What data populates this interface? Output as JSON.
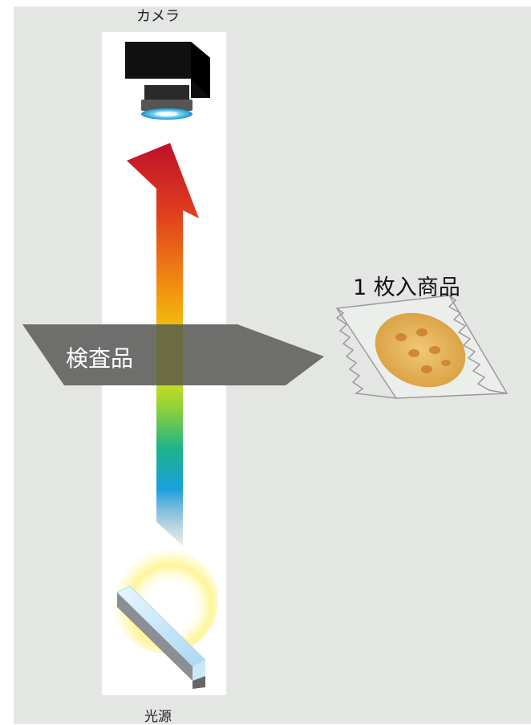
{
  "labels": {
    "camera": "カメラ",
    "inspection_item": "検査品",
    "single_product": "1 枚入商品",
    "light_source": "光源"
  },
  "colors": {
    "background_panel": "#e3e6e3",
    "beam_column": "#ffffff",
    "inspection_band": "#6e6f6d",
    "camera_body": "#111111",
    "lens_glow": "#35b6e6",
    "beam_top": "#c0102a",
    "beam_mid": "#f28a10",
    "beam_yellow": "#f0e812",
    "beam_blue": "#1aa0e0",
    "cracker": "#e8b35a"
  },
  "icons": {
    "camera": "camera-icon",
    "light_source": "light-source-icon",
    "package": "packaged-cracker-icon",
    "beam_arrow": "spectrum-arrow-icon"
  }
}
